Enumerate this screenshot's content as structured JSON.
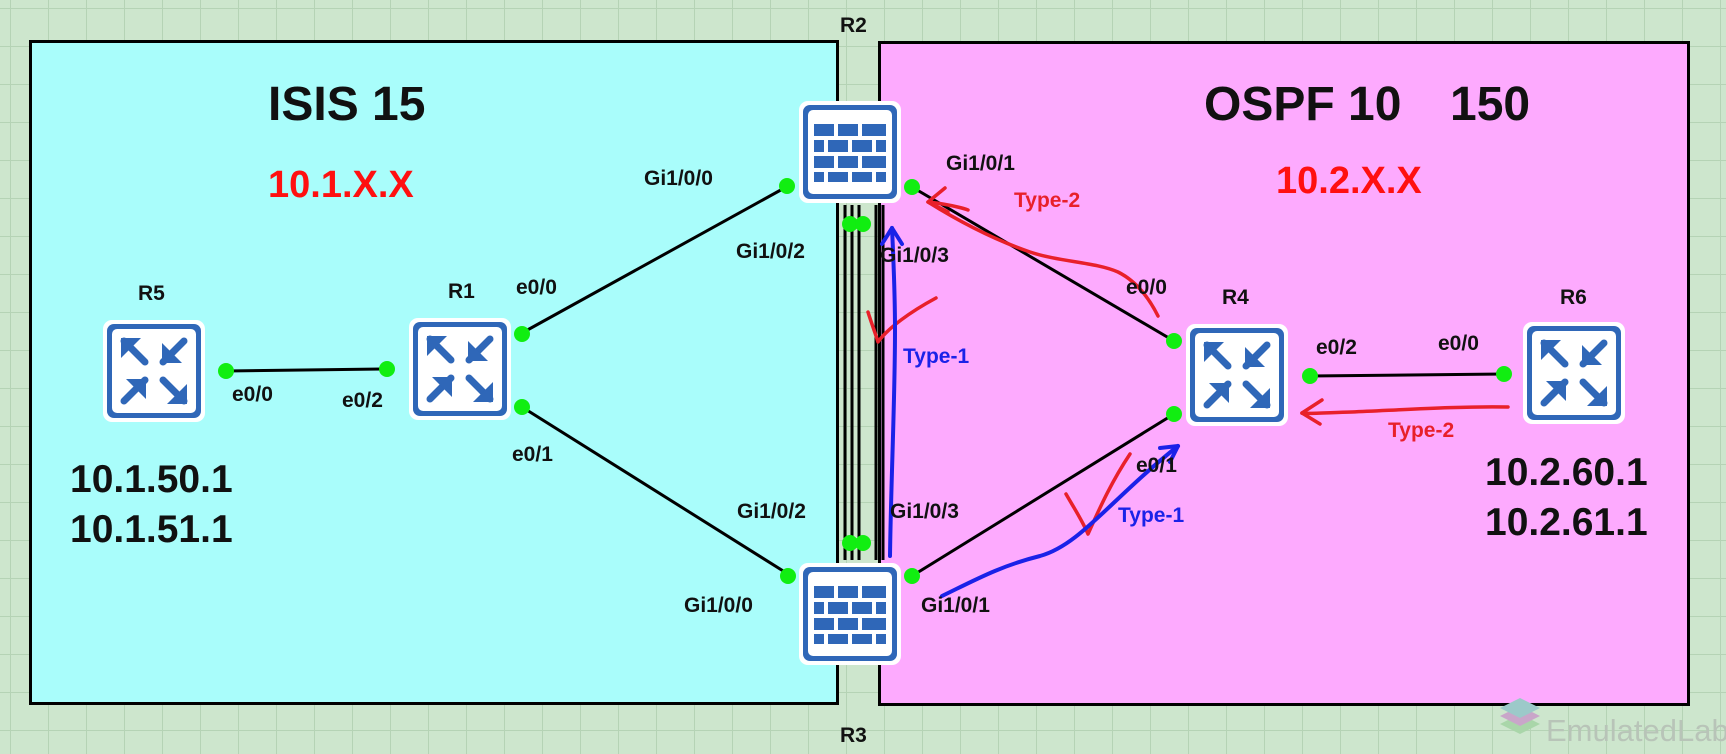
{
  "areas": {
    "left": {
      "title": "ISIS 15",
      "subnet": "10.1.X.X",
      "color": "#a9fdfb"
    },
    "right": {
      "title_protocol": "OSPF 10",
      "title_distance": "150",
      "subnet": "10.2.X.X",
      "color": "#fdaafe"
    }
  },
  "devices": {
    "r1": {
      "name": "R1",
      "type": "router",
      "icon": "router-icon"
    },
    "r2": {
      "name": "R2",
      "type": "firewall",
      "icon": "firewall-icon"
    },
    "r3": {
      "name": "R3",
      "type": "firewall",
      "icon": "firewall-icon"
    },
    "r4": {
      "name": "R4",
      "type": "router",
      "icon": "router-icon"
    },
    "r5": {
      "name": "R5",
      "type": "router",
      "icon": "router-icon"
    },
    "r6": {
      "name": "R6",
      "type": "router",
      "icon": "router-icon"
    }
  },
  "ports": {
    "r5_e00": "e0/0",
    "r1_e02": "e0/2",
    "r1_e00": "e0/0",
    "r1_e01": "e0/1",
    "r2_gi100": "Gi1/0/0",
    "r2_gi101": "Gi1/0/1",
    "r2_gi102": "Gi1/0/2",
    "r2_gi103": "Gi1/0/3",
    "r3_gi102": "Gi1/0/2",
    "r3_gi103": "Gi1/0/3",
    "r3_gi100": "Gi1/0/0",
    "r3_gi101": "Gi1/0/1",
    "r4_e00": "e0/0",
    "r4_e02": "e0/2",
    "r4_e01": "e0/1",
    "r6_e00": "e0/0"
  },
  "host_ips": {
    "r5": [
      "10.1.50.1",
      "10.1.51.1"
    ],
    "r6": [
      "10.2.60.1",
      "10.2.61.1"
    ]
  },
  "annotations": {
    "type2_top": "Type-2",
    "type1_mid": "Type-1",
    "type1_bottom": "Type-1",
    "type2_right": "Type-2"
  },
  "colors": {
    "device_fill": "#2f67b8",
    "port_dot": "#11ee11",
    "annotation_red": "#e8202a",
    "annotation_blue": "#1a22e8"
  },
  "brand": "EmulatedLab"
}
